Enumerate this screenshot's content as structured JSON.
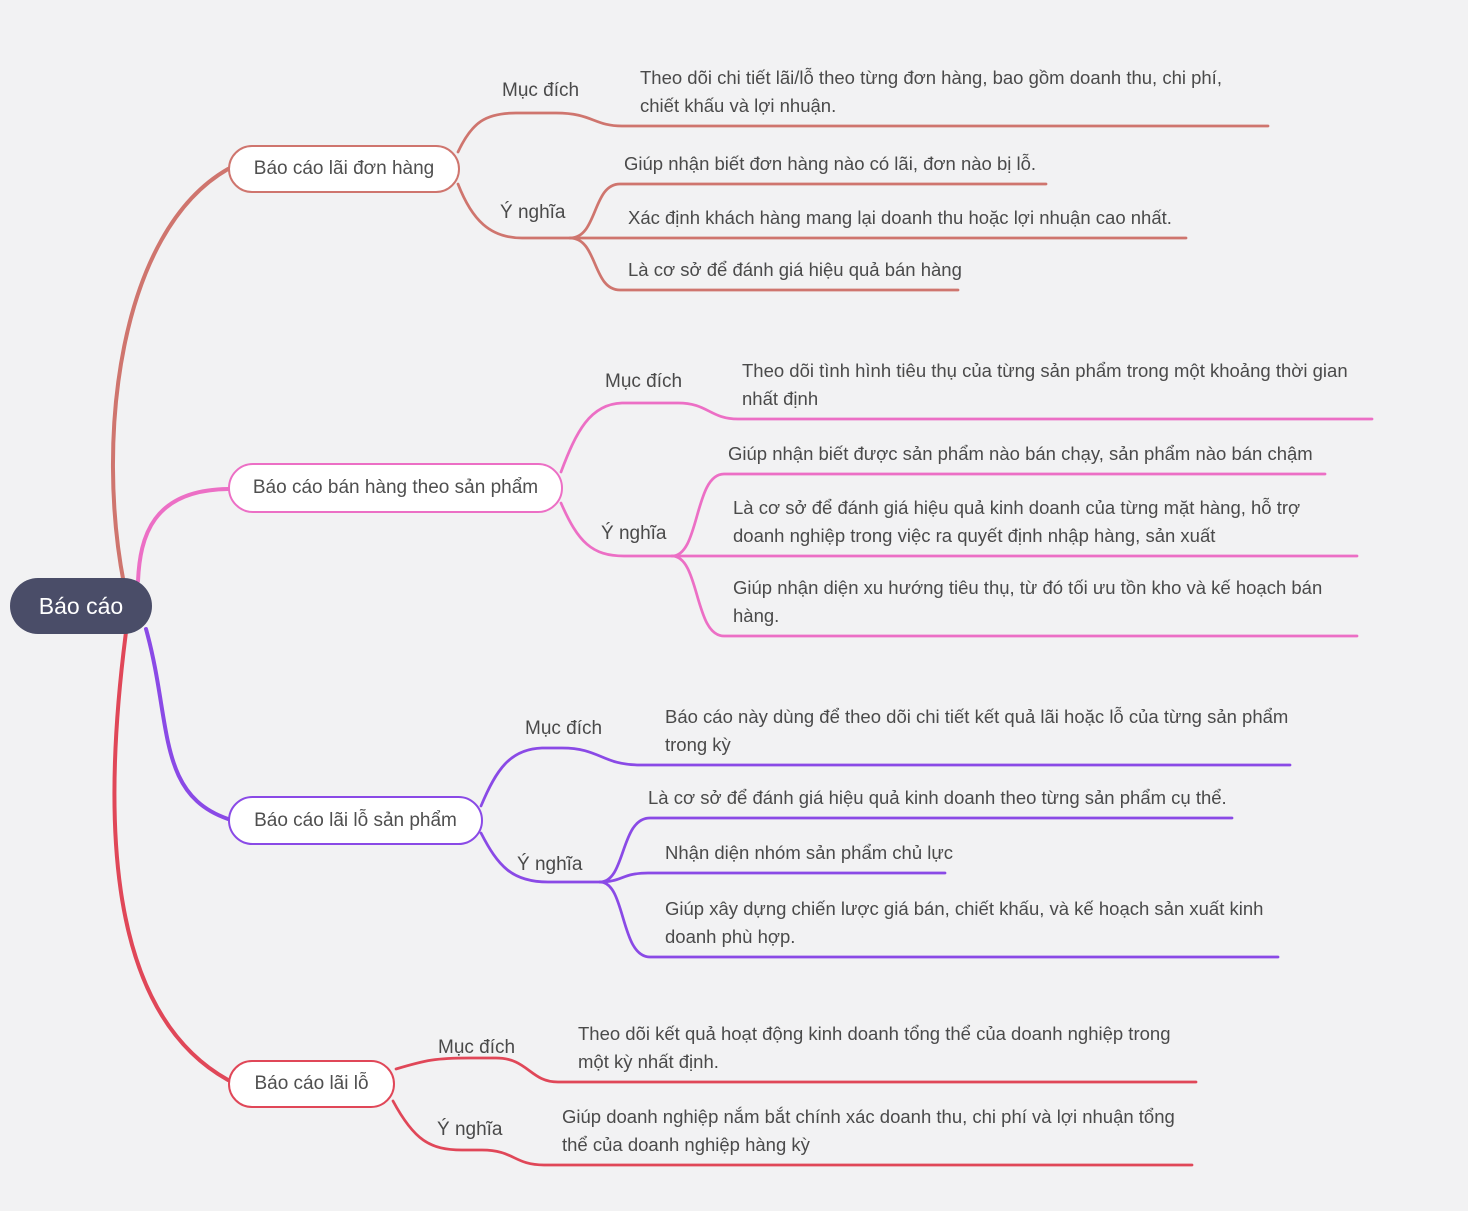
{
  "background": "#f2f2f3",
  "root": {
    "label": "Báo cáo",
    "bg_color": "#4a4d68",
    "text_color": "#ffffff"
  },
  "branches": [
    {
      "label": "Báo cáo lãi đơn hàng",
      "color": "#cf756e",
      "purpose_label": "Mục đích",
      "meaning_label": "Ý nghĩa",
      "purpose_items": [
        "Theo dõi chi tiết lãi/lỗ theo từng đơn hàng, bao gồm doanh thu, chi phí, chiết khấu và lợi nhuận."
      ],
      "meaning_items": [
        "Giúp nhận biết đơn hàng nào có lãi, đơn nào bị lỗ.",
        "Xác định khách hàng mang lại doanh thu hoặc lợi nhuận cao nhất.",
        "Là cơ sở để đánh giá hiệu quả bán hàng"
      ]
    },
    {
      "label": "Báo cáo bán hàng theo sản phẩm",
      "color": "#ec6fc5",
      "purpose_label": "Mục đích",
      "meaning_label": "Ý nghĩa",
      "purpose_items": [
        "Theo dõi tình hình tiêu thụ của từng sản phẩm trong một khoảng thời gian nhất định"
      ],
      "meaning_items": [
        "Giúp nhận biết được sản phẩm nào bán chạy, sản phẩm nào bán chậm",
        "Là cơ sở để đánh giá hiệu quả kinh doanh của từng mặt hàng, hỗ trợ doanh nghiệp trong việc ra quyết định nhập hàng, sản xuất",
        "Giúp nhận diện xu hướng tiêu thụ, từ đó tối ưu tồn kho và kế hoạch bán hàng."
      ]
    },
    {
      "label": "Báo cáo lãi lỗ sản phẩm",
      "color": "#8a4ae6",
      "purpose_label": "Mục đích",
      "meaning_label": "Ý nghĩa",
      "purpose_items": [
        "Báo cáo này dùng để theo dõi chi tiết kết quả lãi hoặc lỗ của từng sản phẩm trong kỳ"
      ],
      "meaning_items": [
        "Là cơ sở để đánh giá hiệu quả kinh doanh theo từng sản phẩm cụ thể.",
        "Nhận diện nhóm sản phẩm chủ lực",
        "Giúp xây dựng chiến lược giá bán, chiết khấu, và kế hoạch sản xuất kinh doanh phù hợp."
      ]
    },
    {
      "label": "Báo cáo lãi lỗ",
      "color": "#e04758",
      "purpose_label": "Mục đích",
      "meaning_label": "Ý nghĩa",
      "purpose_items": [
        "Theo dõi kết quả hoạt động kinh doanh tổng thể của doanh nghiệp trong một kỳ nhất định."
      ],
      "meaning_items": [
        "Giúp doanh nghiệp nắm bắt chính xác doanh thu, chi phí và lợi nhuận tổng thể của doanh nghiệp hàng kỳ"
      ]
    }
  ]
}
